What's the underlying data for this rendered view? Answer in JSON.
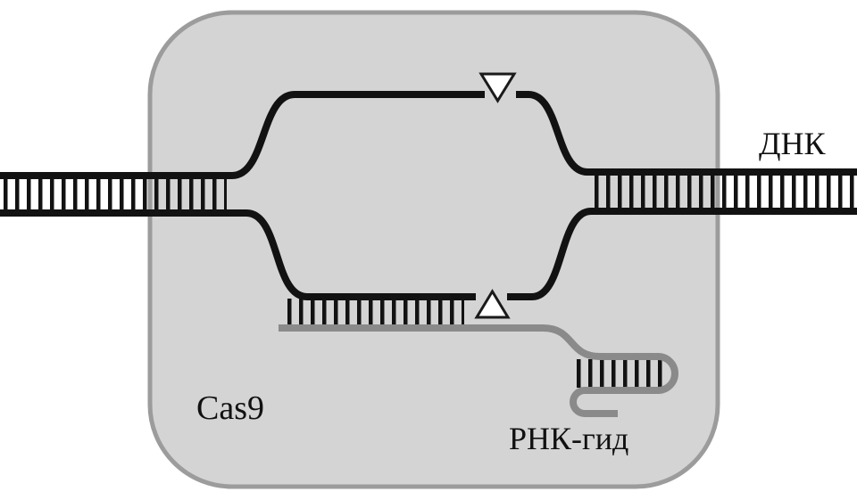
{
  "labels": {
    "dna": "ДНК",
    "protein": "Cas9",
    "guide_rna": "РНК-гид"
  },
  "icons": {
    "cut_site_top": "open-triangle-down",
    "cut_site_bottom": "open-triangle-up"
  },
  "colors": {
    "background": "#ffffff",
    "protein-fill": "#d4d4d4",
    "protein-stroke": "#9c9c9c",
    "dna": "#121212",
    "rna": "#8a8a8a",
    "rung": "#121212",
    "marker-fill": "#ffffff",
    "marker-stroke": "#1a1a1a",
    "label": "#111111"
  }
}
